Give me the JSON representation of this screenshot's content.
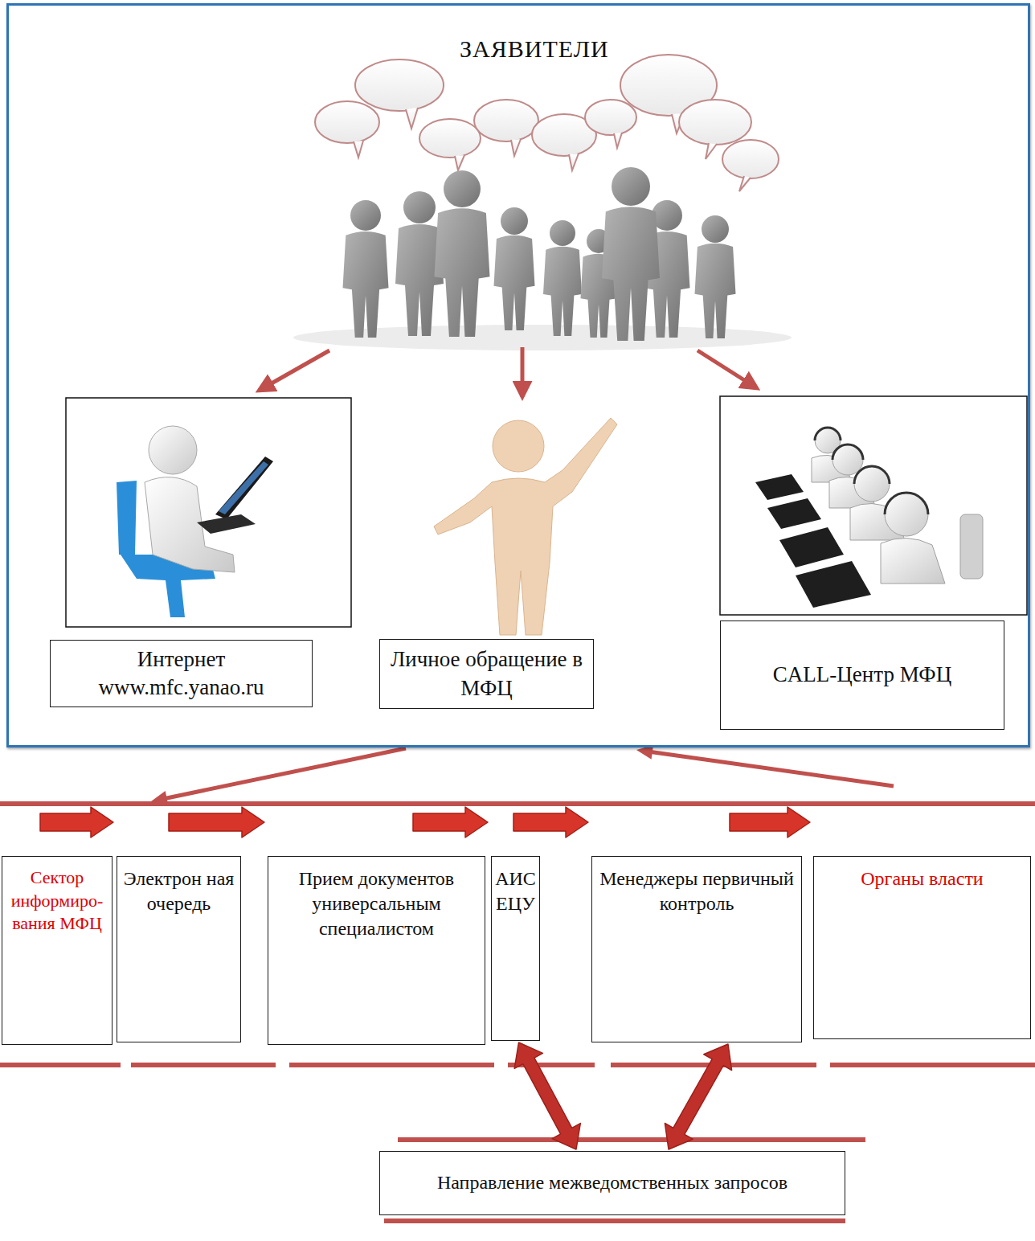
{
  "diagram": {
    "nodes": [
      {
        "text": [
          "ЗАЯВИТЕЛИ"
        ]
      },
      {
        "text": [
          "Интернет www.mfc.yanao.ru"
        ],
        "in": 0
      },
      {
        "text": [
          "Личное обращение в МФЦ"
        ],
        "in": 0
      },
      {
        "text": [
          "CALL-Центр МФЦ"
        ],
        "in": 0
      },
      {
        "text": [
          "Сектор информиро- вания МФЦ"
        ]
      },
      {
        "text": [
          "Электрон ная очередь"
        ]
      },
      {
        "text": [
          "Прием документов универсальным специалистом"
        ]
      },
      {
        "text": [
          "АИС ЕЦУ"
        ]
      },
      {
        "text": [
          "Менеджеры первичный контроль"
        ]
      },
      {
        "text": [
          "Органы власти"
        ]
      },
      {
        "text": [
          "Направление межведомственных запросов"
        ]
      }
    ],
    "edges": [
      {
        "from": 0,
        "to": 4,
        "arrow": "to"
      },
      {
        "from": 4,
        "to": 5,
        "arrow": "to"
      },
      {
        "from": 5,
        "to": 6,
        "arrow": "to"
      },
      {
        "from": 6,
        "to": 7,
        "arrow": "to"
      },
      {
        "from": 7,
        "to": 8,
        "arrow": "to"
      },
      {
        "from": 8,
        "to": 9,
        "arrow": "to"
      },
      {
        "from": 9,
        "to": 0,
        "arrow": "to"
      },
      {
        "from": 7,
        "to": 10,
        "arrow": "both"
      },
      {
        "from": 8,
        "to": 10,
        "arrow": "both"
      }
    ]
  }
}
